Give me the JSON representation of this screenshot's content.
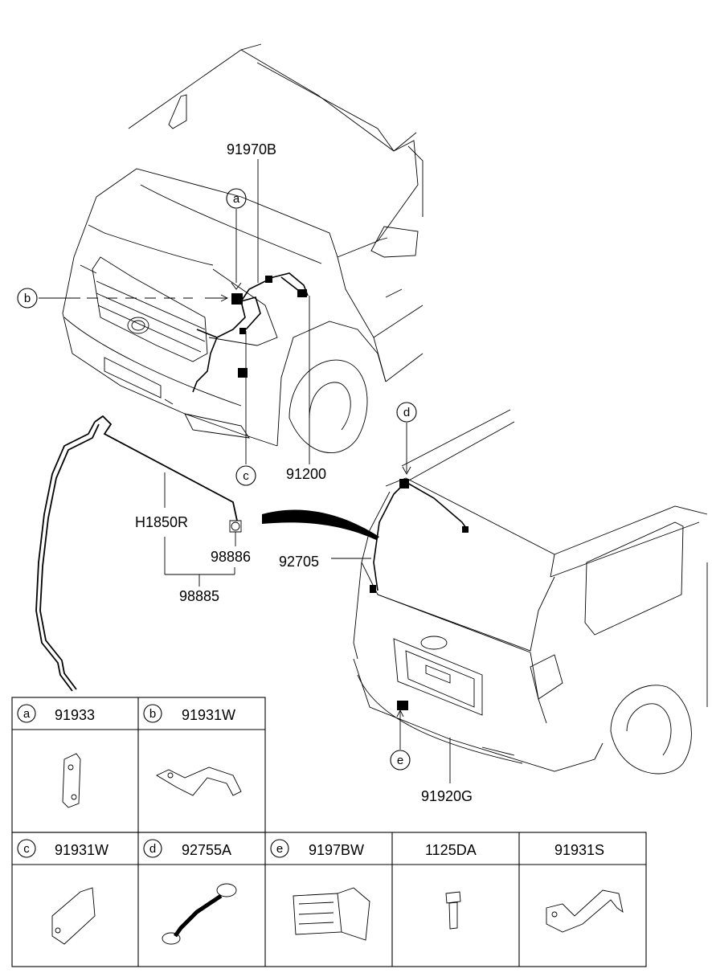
{
  "callouts": {
    "a": "a",
    "b": "b",
    "c": "c",
    "d": "d",
    "e": "e"
  },
  "part_numbers": {
    "p91970B": "91970B",
    "p91200": "91200",
    "pH1850R": "H1850R",
    "p98886": "98886",
    "p98885": "98885",
    "p92705": "92705",
    "p91920G": "91920G"
  },
  "legend_table": {
    "row1": [
      {
        "key": "a",
        "part": "91933"
      },
      {
        "key": "b",
        "part": "91931W"
      }
    ],
    "row2": [
      {
        "key": "c",
        "part": "91931W"
      },
      {
        "key": "d",
        "part": "92755A"
      },
      {
        "key": "e",
        "part": "9197BW"
      },
      {
        "key": "",
        "part": "1125DA"
      },
      {
        "key": "",
        "part": "91931S"
      }
    ]
  }
}
